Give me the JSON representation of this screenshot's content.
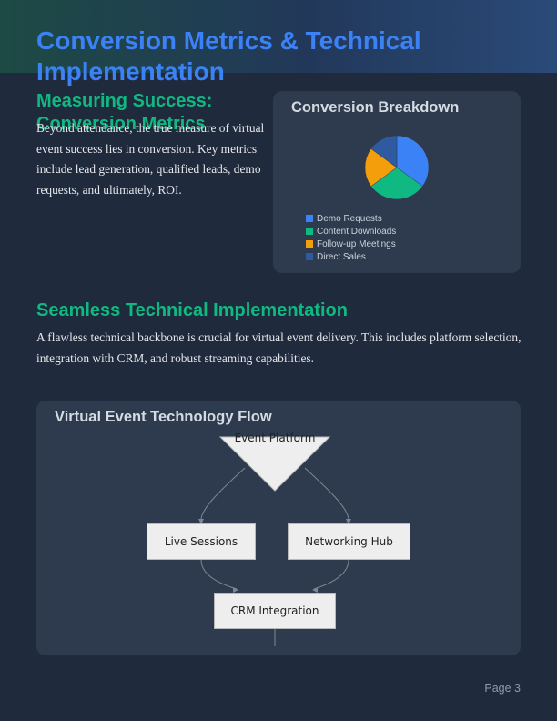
{
  "header": {
    "title": "Conversion Metrics & Technical Implementation"
  },
  "measuring": {
    "heading": "Measuring Success: Conversion Metrics",
    "body": "Beyond attendance, the true measure of virtual event success lies in conversion. Key metrics include lead generation, qualified leads, demo requests, and ultimately, ROI."
  },
  "conversion_card": {
    "title": "Conversion Breakdown"
  },
  "chart_data": {
    "type": "pie",
    "title": "",
    "categories": [
      "Demo Requests",
      "Content Downloads",
      "Follow-up Meetings",
      "Direct Sales"
    ],
    "values": [
      35,
      30,
      20,
      15
    ],
    "colors": [
      "#3b82f6",
      "#10b981",
      "#f59e0b",
      "#2f5aa0"
    ],
    "legend": "bottom"
  },
  "seamless": {
    "heading": "Seamless Technical Implementation",
    "body": "A flawless technical backbone is crucial for virtual event delivery. This includes platform selection, integration with CRM, and robust streaming capabilities."
  },
  "flow_card": {
    "title": "Virtual Event Technology Flow",
    "nodes": {
      "event_platform": "Event Platform",
      "live_sessions": "Live Sessions",
      "networking_hub": "Networking Hub",
      "crm_integration": "CRM Integration"
    }
  },
  "footer": {
    "page": "Page 3"
  }
}
